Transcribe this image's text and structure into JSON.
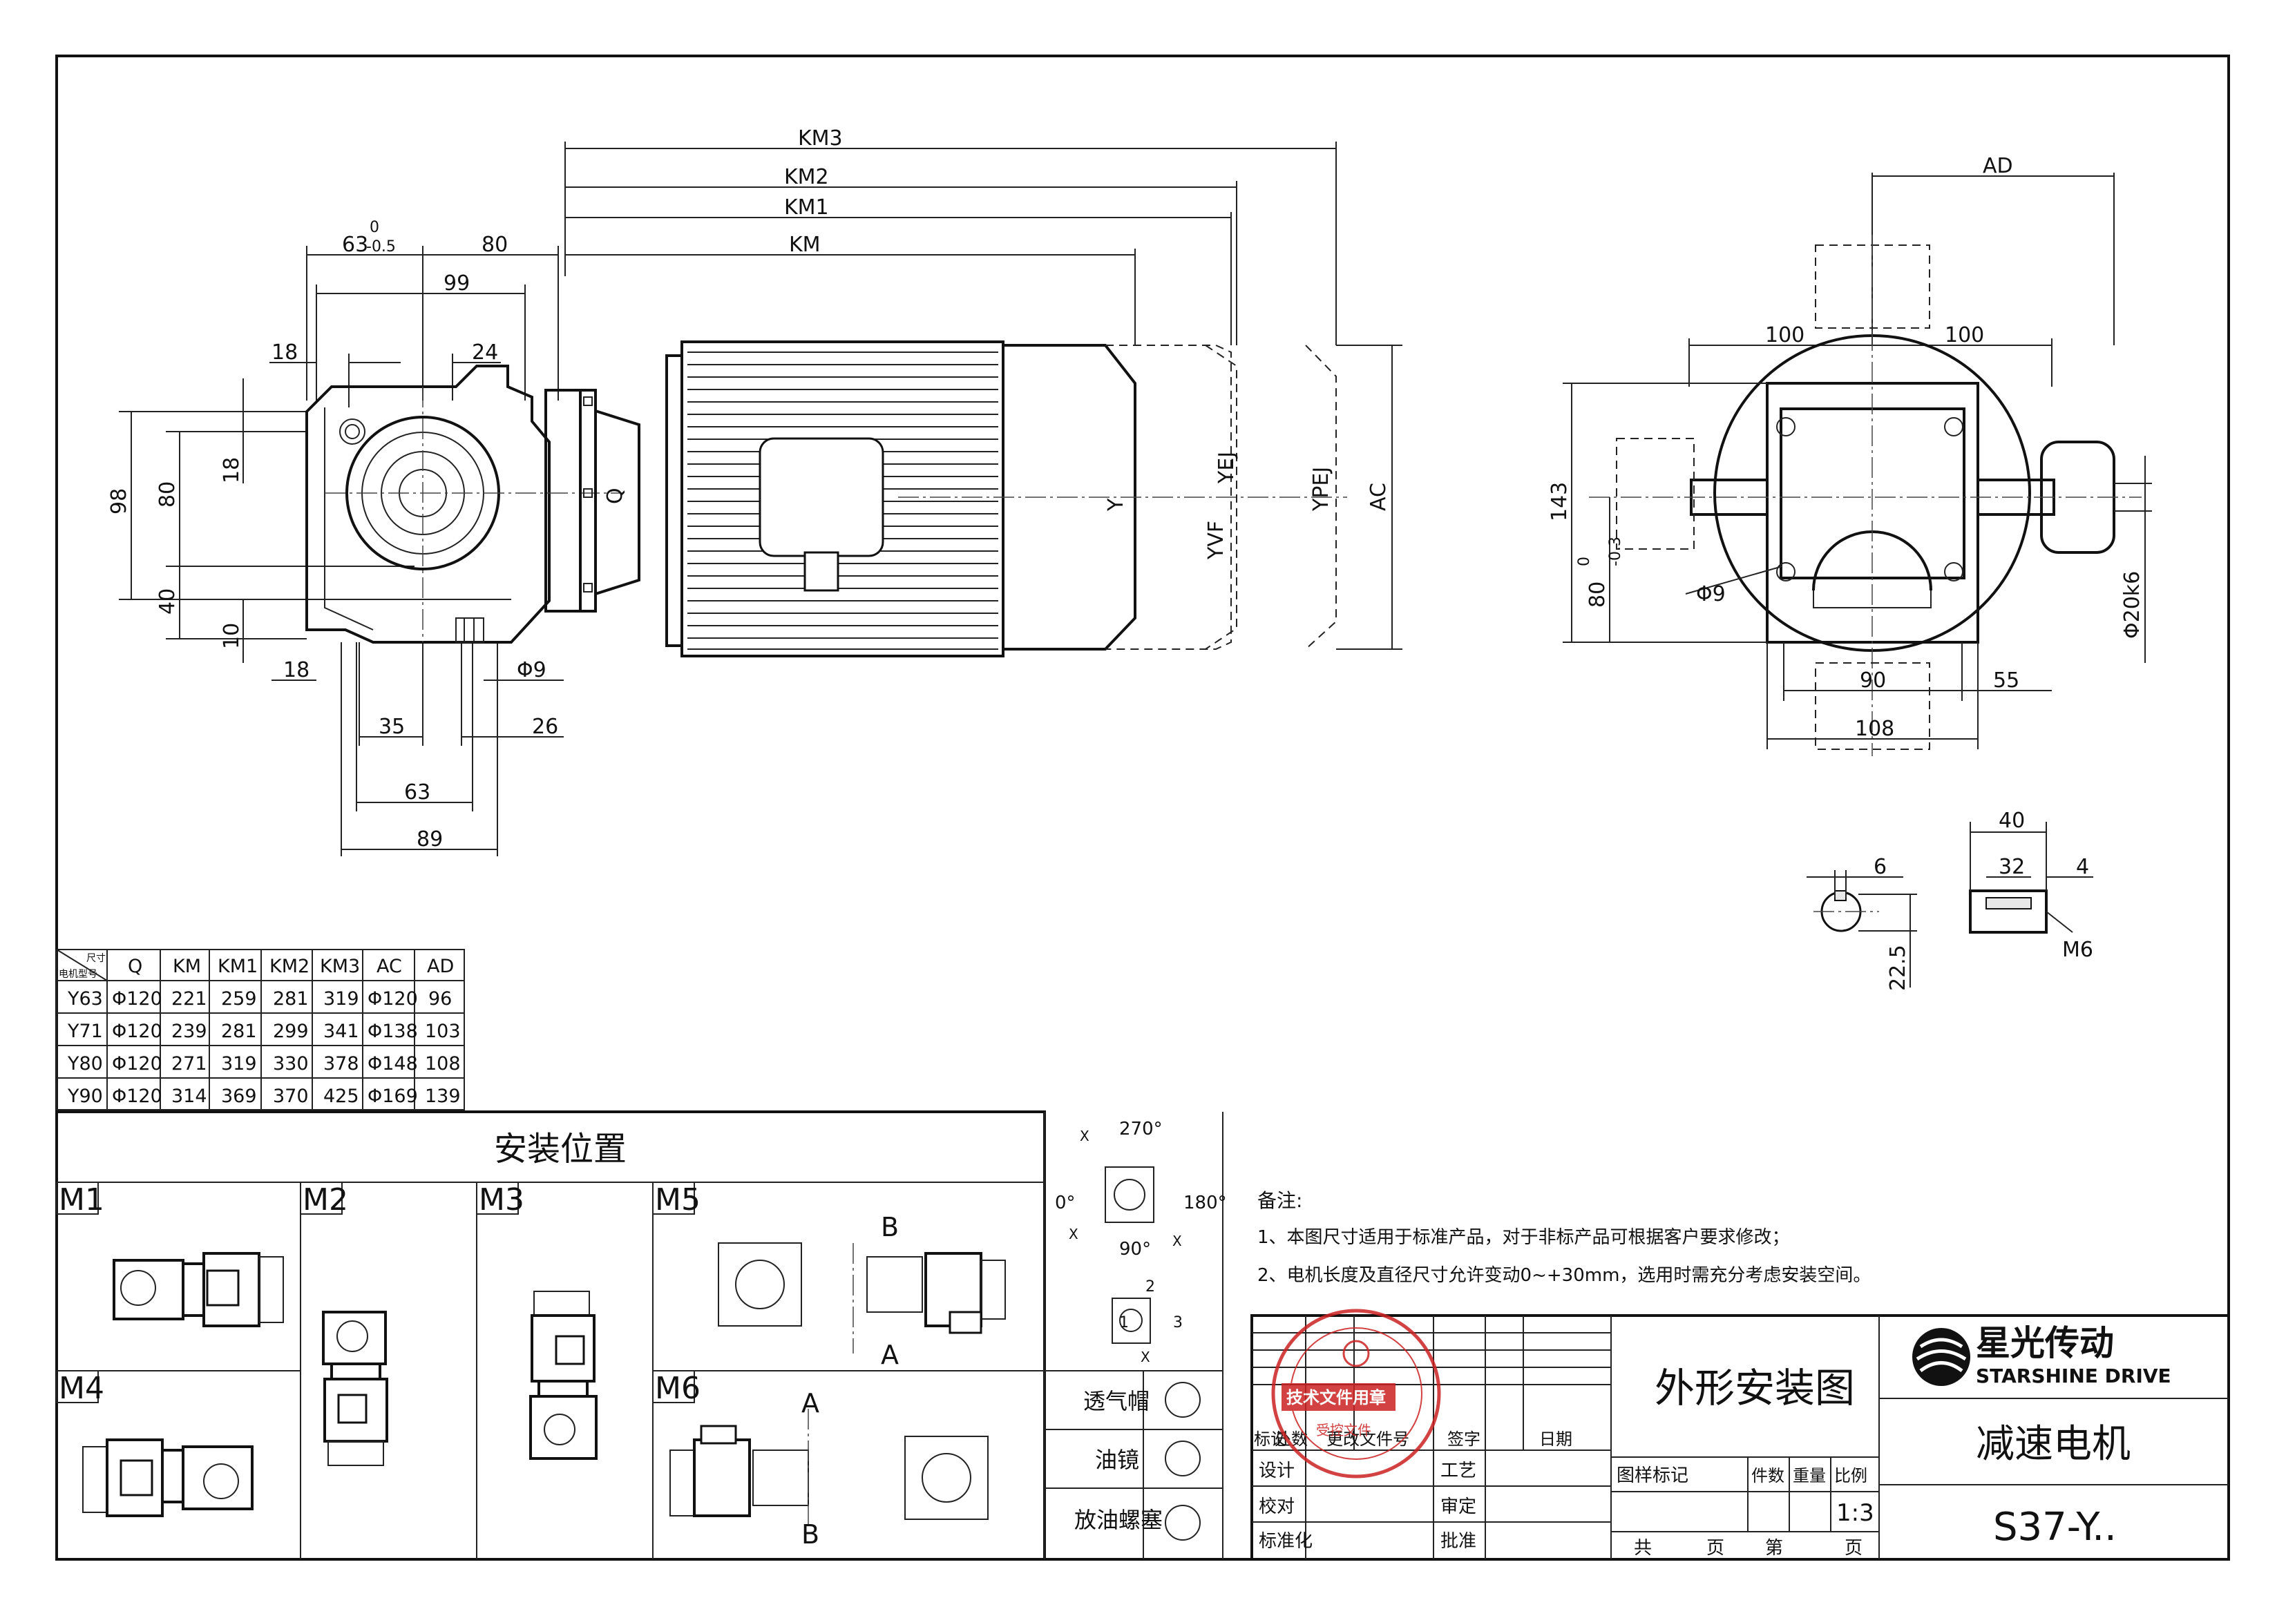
{
  "dimensions": {
    "km3": "KM3",
    "km2": "KM2",
    "km1": "KM1",
    "km": "KM",
    "d63": "63",
    "d63_tol_upper": "0",
    "d63_tol_lower": "-0.5",
    "d80": "80",
    "d99": "99",
    "d18a": "18",
    "d24": "24",
    "d98": "98",
    "d80v": "80",
    "d18v": "18",
    "d40": "40",
    "d10": "10",
    "d18b": "18",
    "phi9": "Φ9",
    "d35": "35",
    "d26": "26",
    "d63b": "63",
    "d89": "89",
    "q": "Q",
    "y": "Y",
    "yej": "YEJ",
    "yvf": "YVF",
    "ypej": "YPEJ",
    "ac": "AC",
    "ad": "AD",
    "d100a": "100",
    "d100b": "100",
    "d143": "143",
    "d80b": "80",
    "d80b_tol_upper": "0",
    "d80b_tol_lower": "-0.3",
    "phi9b": "Φ9",
    "phi20": "Φ20k6",
    "d90": "90",
    "d55": "55",
    "d108": "108",
    "d6": "6",
    "d22_5": "22.5",
    "d40b": "40",
    "d32": "32",
    "d4": "4",
    "m6": "M6"
  },
  "spec_table": {
    "corner_top": "尺寸",
    "corner_bottom": "电机型号",
    "headers": [
      "Q",
      "KM",
      "KM1",
      "KM2",
      "KM3",
      "AC",
      "AD"
    ],
    "rows": [
      [
        "Y63",
        "Φ120",
        "221",
        "259",
        "281",
        "319",
        "Φ120",
        "96"
      ],
      [
        "Y71",
        "Φ120",
        "239",
        "281",
        "299",
        "341",
        "Φ138",
        "103"
      ],
      [
        "Y80",
        "Φ120",
        "271",
        "319",
        "330",
        "378",
        "Φ148",
        "108"
      ],
      [
        "Y90",
        "Φ120",
        "314",
        "369",
        "370",
        "425",
        "Φ169",
        "139"
      ]
    ]
  },
  "mounting": {
    "title": "安装位置",
    "labels": [
      "M1",
      "M2",
      "M3",
      "M4",
      "M5",
      "M6"
    ],
    "view_a": "A",
    "view_b": "B",
    "angles": {
      "a270": "270°",
      "a0": "0°",
      "a180": "180°",
      "a90": "90°"
    },
    "markers": {
      "x": "X",
      "n1": "1",
      "n2": "2",
      "n3": "3"
    },
    "legend": [
      "透气帽",
      "油镜",
      "放油螺塞"
    ]
  },
  "notes": {
    "heading": "备注:",
    "lines": [
      "1、本图尺寸适用于标准产品，对于非标产品可根据客户要求修改；",
      "2、电机长度及直径尺寸允许变动0~+30mm，选用时需充分考虑安装空间。"
    ]
  },
  "title_block": {
    "drawing_title": "外形安装图",
    "product": "减速电机",
    "model": "S37-Y..",
    "scale": "1:3",
    "brand_cn": "星光传动",
    "brand_en": "STARSHINE DRIVE",
    "rev_headers": [
      "标记",
      "处数",
      "更改文件号",
      "签字",
      "日期"
    ],
    "roles": [
      "设计",
      "校对",
      "标准化"
    ],
    "roles2": [
      "工艺",
      "审定",
      "批准"
    ],
    "cols": [
      "图样标记",
      "件数",
      "重量",
      "比例"
    ],
    "sheet": [
      "共",
      "页",
      "第",
      "页"
    ],
    "stamp_main": "技术文件用章",
    "stamp_sub": "受控文件"
  }
}
